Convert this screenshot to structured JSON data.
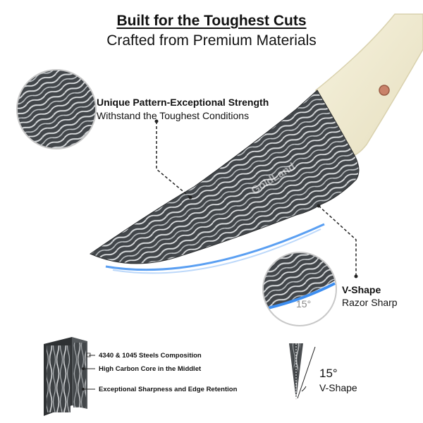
{
  "header": {
    "title": "Built for the Toughest Cuts",
    "subtitle": "Crafted from Premium Materials"
  },
  "callouts": {
    "pattern": {
      "title": "Unique Pattern-Exceptional Strength",
      "text": "Withstand the Toughest Conditions"
    },
    "edge": {
      "title": "V-Shape",
      "text": "Razor Sharp",
      "angle": "15°"
    }
  },
  "blade_watermark": "GoldLand",
  "steel_layers": [
    "4340 & 1045 Steels Composition",
    "High Carbon Core in the Middlet",
    "Exceptional Sharpness and Edge Retention"
  ],
  "v_shape": {
    "angle": "15°",
    "label": "V-Shape"
  },
  "colors": {
    "handle": "#f1ecd3",
    "pin": "#c9826a",
    "edge_highlight": "#3d8ef0",
    "damascus_dark": "#3a3d40",
    "damascus_light": "#d5d8da"
  }
}
